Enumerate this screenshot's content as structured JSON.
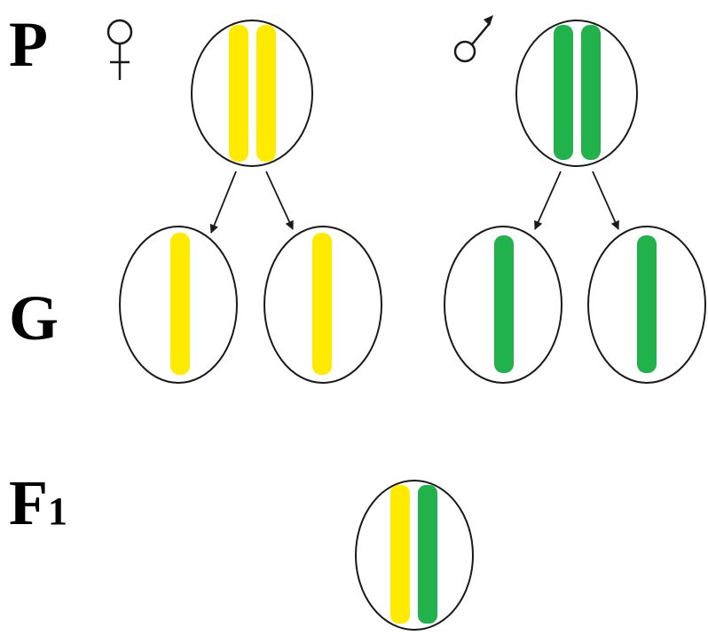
{
  "labels": {
    "parental": "P",
    "gametes": "G",
    "f1_main": "F",
    "f1_sub": "1"
  },
  "symbols": {
    "female": "female-symbol",
    "male": "male-symbol"
  },
  "colors": {
    "female_chromosome": "#ffea00",
    "male_chromosome": "#22b24c",
    "outline": "#1a1a1a",
    "background": "#ffffff"
  }
}
